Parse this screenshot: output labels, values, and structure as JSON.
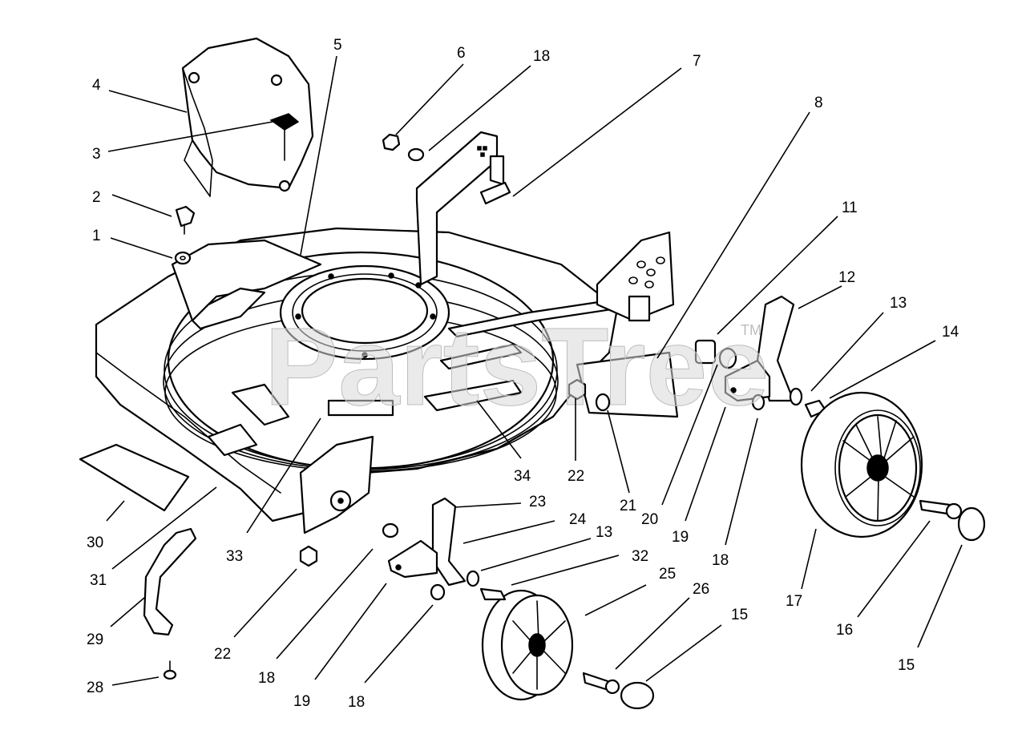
{
  "watermark": {
    "text": "PartsTree",
    "tm": "TM"
  },
  "callouts": [
    {
      "num": "1"
    },
    {
      "num": "2"
    },
    {
      "num": "3"
    },
    {
      "num": "4"
    },
    {
      "num": "5"
    },
    {
      "num": "6"
    },
    {
      "num": "18"
    },
    {
      "num": "7"
    },
    {
      "num": "8"
    },
    {
      "num": "11"
    },
    {
      "num": "12"
    },
    {
      "num": "13"
    },
    {
      "num": "14"
    },
    {
      "num": "30"
    },
    {
      "num": "31"
    },
    {
      "num": "33"
    },
    {
      "num": "34"
    },
    {
      "num": "22"
    },
    {
      "num": "21"
    },
    {
      "num": "20"
    },
    {
      "num": "19"
    },
    {
      "num": "18"
    },
    {
      "num": "17"
    },
    {
      "num": "16"
    },
    {
      "num": "15"
    },
    {
      "num": "23"
    },
    {
      "num": "24"
    },
    {
      "num": "13"
    },
    {
      "num": "32"
    },
    {
      "num": "25"
    },
    {
      "num": "26"
    },
    {
      "num": "15"
    },
    {
      "num": "29"
    },
    {
      "num": "28"
    },
    {
      "num": "22"
    },
    {
      "num": "18"
    },
    {
      "num": "19"
    },
    {
      "num": "18"
    }
  ]
}
